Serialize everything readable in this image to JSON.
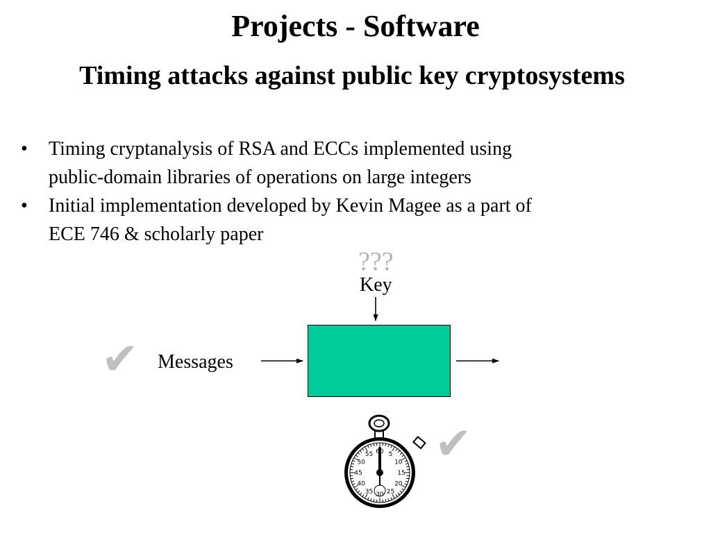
{
  "slide": {
    "title": "Projects - Software",
    "subtitle": "Timing attacks against public key cryptosystems",
    "bullets": [
      {
        "mark": "•",
        "lines": [
          "Timing cryptanalysis of RSA and ECCs implemented using",
          "public-domain libraries of operations on large integers"
        ]
      },
      {
        "mark": "•",
        "lines": [
          "Initial implementation developed by Kevin Magee as a part of",
          "ECE 746 & scholarly paper"
        ]
      }
    ]
  },
  "diagram": {
    "unknown_marker": "???",
    "key_label": "Key",
    "messages_label": "Messages",
    "check_glyph": "✔",
    "box_color": "#00cc99",
    "check_color": "#bfbfbf",
    "stopwatch_dial": [
      "60",
      "5",
      "10",
      "15",
      "20",
      "25",
      "30",
      "35",
      "40",
      "45",
      "50",
      "55"
    ]
  }
}
